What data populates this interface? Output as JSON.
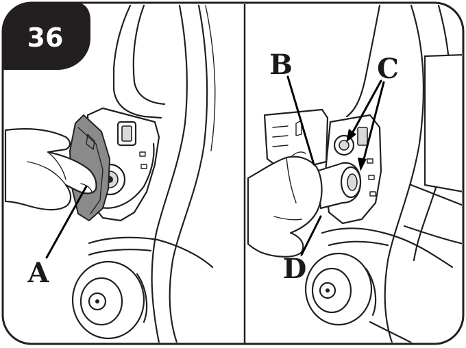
{
  "step_number": "36",
  "callouts": {
    "a": "A",
    "b": "B",
    "c": "C",
    "d": "D"
  },
  "colors": {
    "line": "#231f20",
    "badge": "#231f20",
    "background": "#ffffff"
  }
}
